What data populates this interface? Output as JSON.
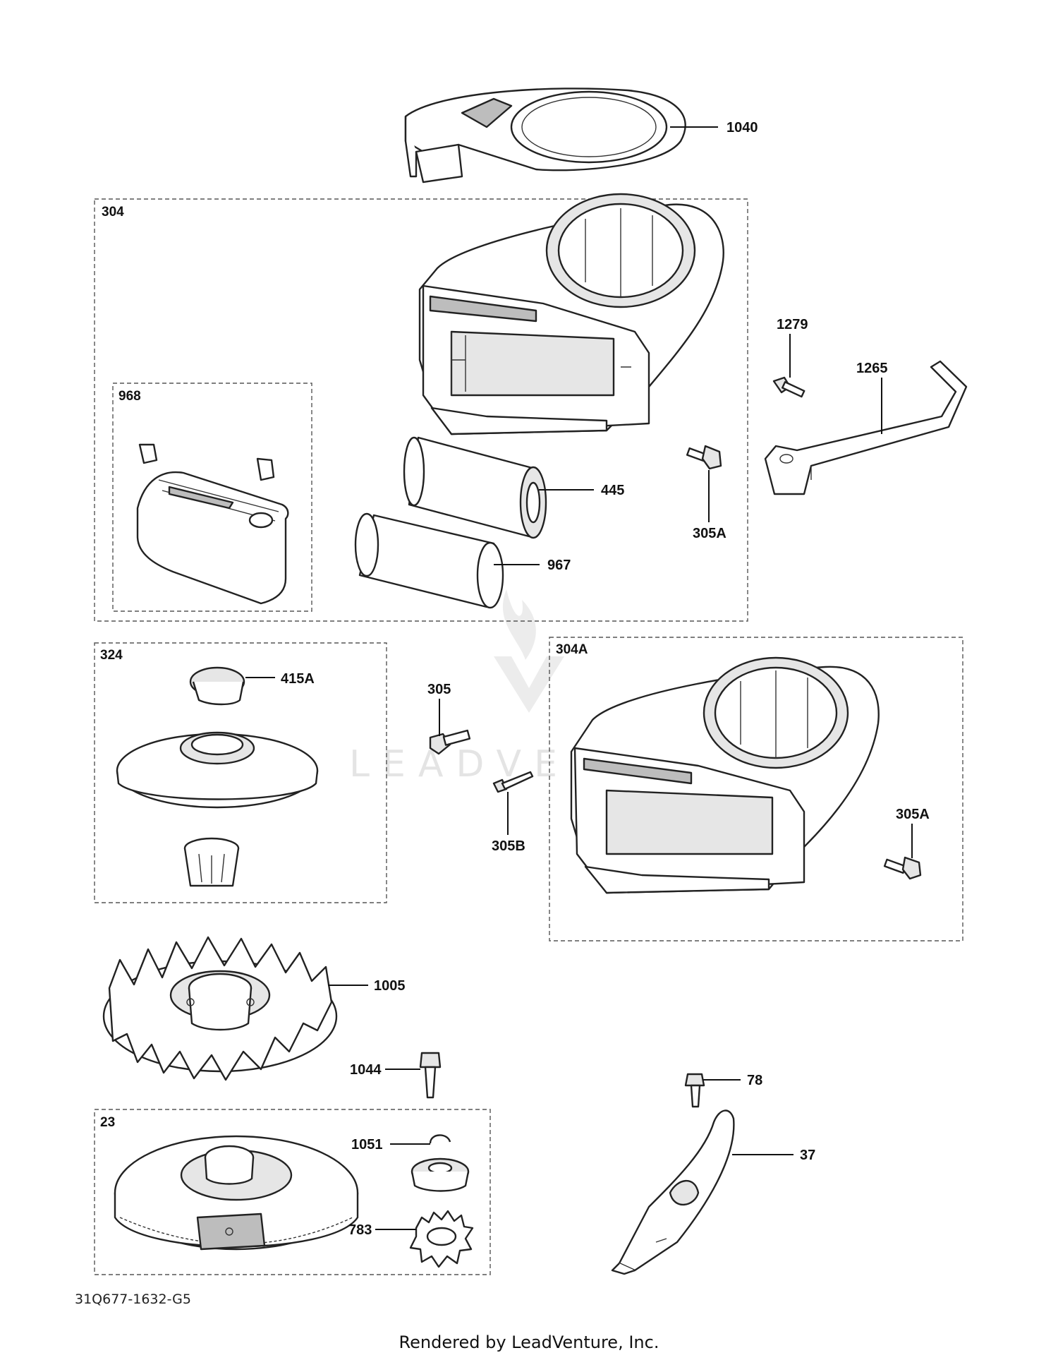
{
  "diagram_code": "31Q677-1632-G5",
  "footer": "Rendered by LeadVenture, Inc.",
  "watermark": "LEADVENTURE",
  "groups": {
    "g304": "304",
    "g968": "968",
    "g324": "324",
    "g304A": "304A",
    "g23": "23"
  },
  "callouts": {
    "p1040": "1040",
    "p1279": "1279",
    "p1265": "1265",
    "p445": "445",
    "p305A_top": "305A",
    "p967": "967",
    "p415A": "415A",
    "p305": "305",
    "p305B": "305B",
    "p305A_mid": "305A",
    "p1005": "1005",
    "p1044": "1044",
    "p78": "78",
    "p1051": "1051",
    "p37": "37",
    "p783": "783"
  }
}
